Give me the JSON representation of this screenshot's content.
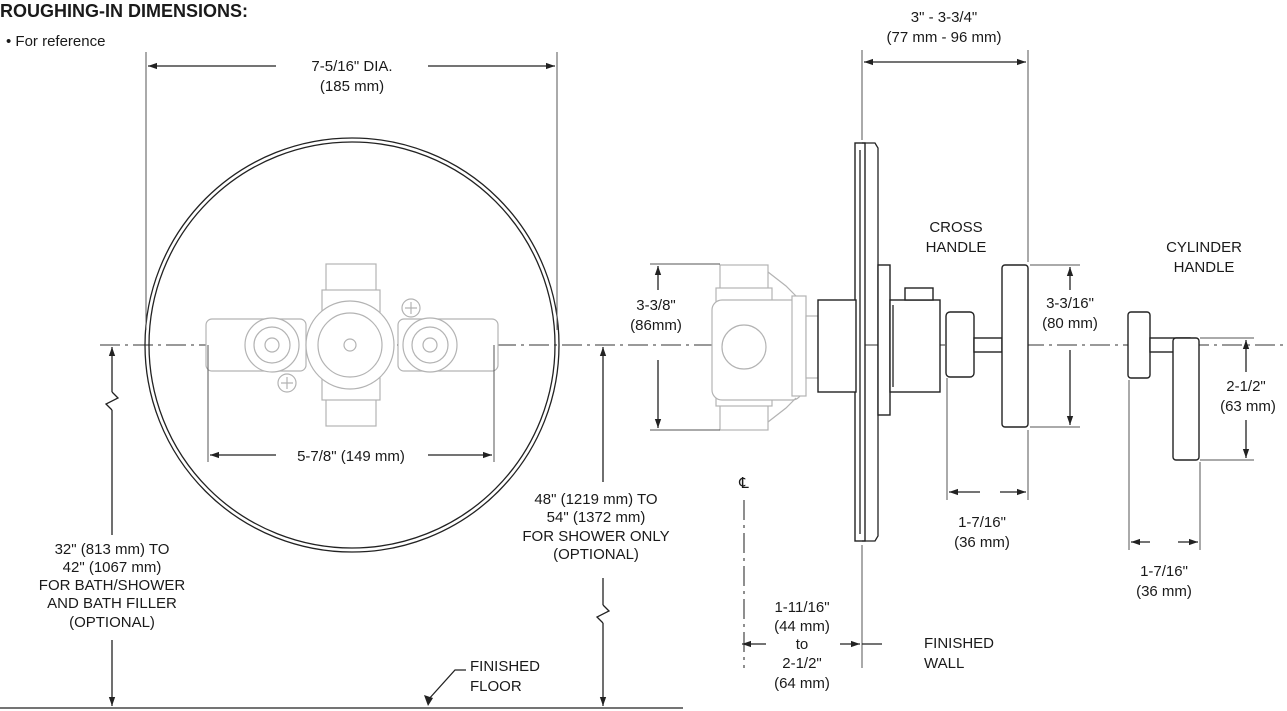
{
  "heading": "ROUGHING-IN DIMENSIONS:",
  "reference_note": "• For reference",
  "dims": {
    "escutcheon_dia_1": "7-5/16\" DIA.",
    "escutcheon_dia_2": "(185 mm)",
    "inlet_spacing": "5-7/8\" (149 mm)",
    "bath_height_1": "32\" (813 mm) TO",
    "bath_height_2": "42\" (1067 mm)",
    "bath_height_3": "FOR BATH/SHOWER",
    "bath_height_4": "AND BATH FILLER",
    "bath_height_5": "(OPTIONAL)",
    "shower_height_1": "48\" (1219 mm) TO",
    "shower_height_2": "54\" (1372 mm)",
    "shower_height_3": "FOR SHOWER ONLY",
    "shower_height_4": "(OPTIONAL)",
    "valve_height_1": "3-3/8\"",
    "valve_height_2": "(86mm)",
    "trim_projection_1": "3\" - 3-3/4\"",
    "trim_projection_2": "(77 mm - 96 mm)",
    "cross_handle_1": "CROSS",
    "cross_handle_2": "HANDLE",
    "cross_height_1": "3-3/16\"",
    "cross_height_2": "(80 mm)",
    "cross_depth_1": "1-7/16\"",
    "cross_depth_2": "(36 mm)",
    "cylinder_handle_1": "CYLINDER",
    "cylinder_handle_2": "HANDLE",
    "cylinder_height_1": "2-1/2\"",
    "cylinder_height_2": "(63 mm)",
    "cylinder_depth_1": "1-7/16\"",
    "cylinder_depth_2": "(36 mm)",
    "wall_depth_1": "1-11/16\"",
    "wall_depth_2": "(44 mm)",
    "wall_depth_3": "to",
    "wall_depth_4": "2-1/2\"",
    "wall_depth_5": "(64 mm)",
    "finished_wall_1": "FINISHED",
    "finished_wall_2": "WALL",
    "finished_floor_1": "FINISHED",
    "finished_floor_2": "FLOOR",
    "centerline_symbol": "℄"
  }
}
